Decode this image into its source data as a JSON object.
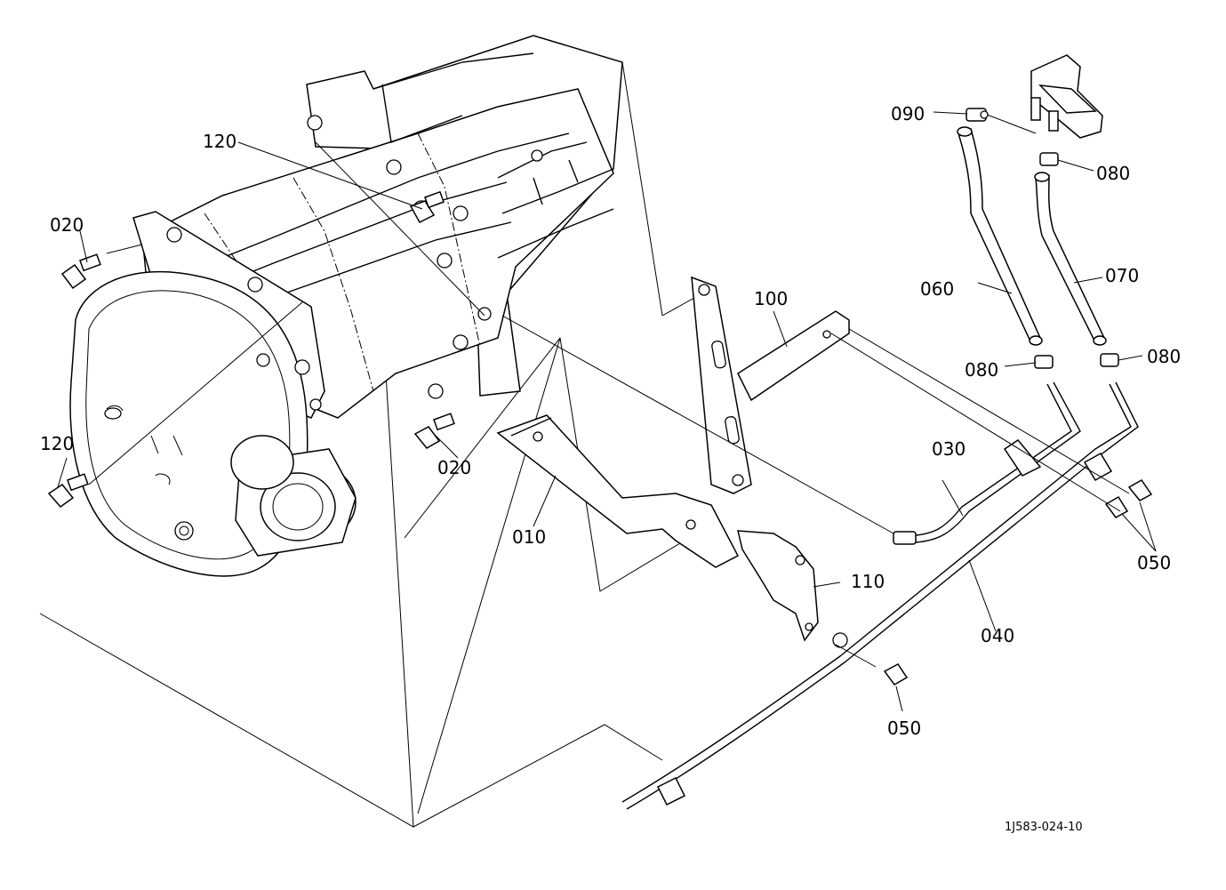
{
  "callouts": {
    "p010": "010",
    "p020_left": "020",
    "p020_center": "020",
    "p030": "030",
    "p040": "040",
    "p050_right": "050",
    "p050_bottom": "050",
    "p060": "060",
    "p070": "070",
    "p080_top": "080",
    "p080_mid": "080",
    "p080_right": "080",
    "p090": "090",
    "p100": "100",
    "p110": "110",
    "p120_top": "120",
    "p120_left": "120"
  },
  "reference_code": "1J583-024-10"
}
